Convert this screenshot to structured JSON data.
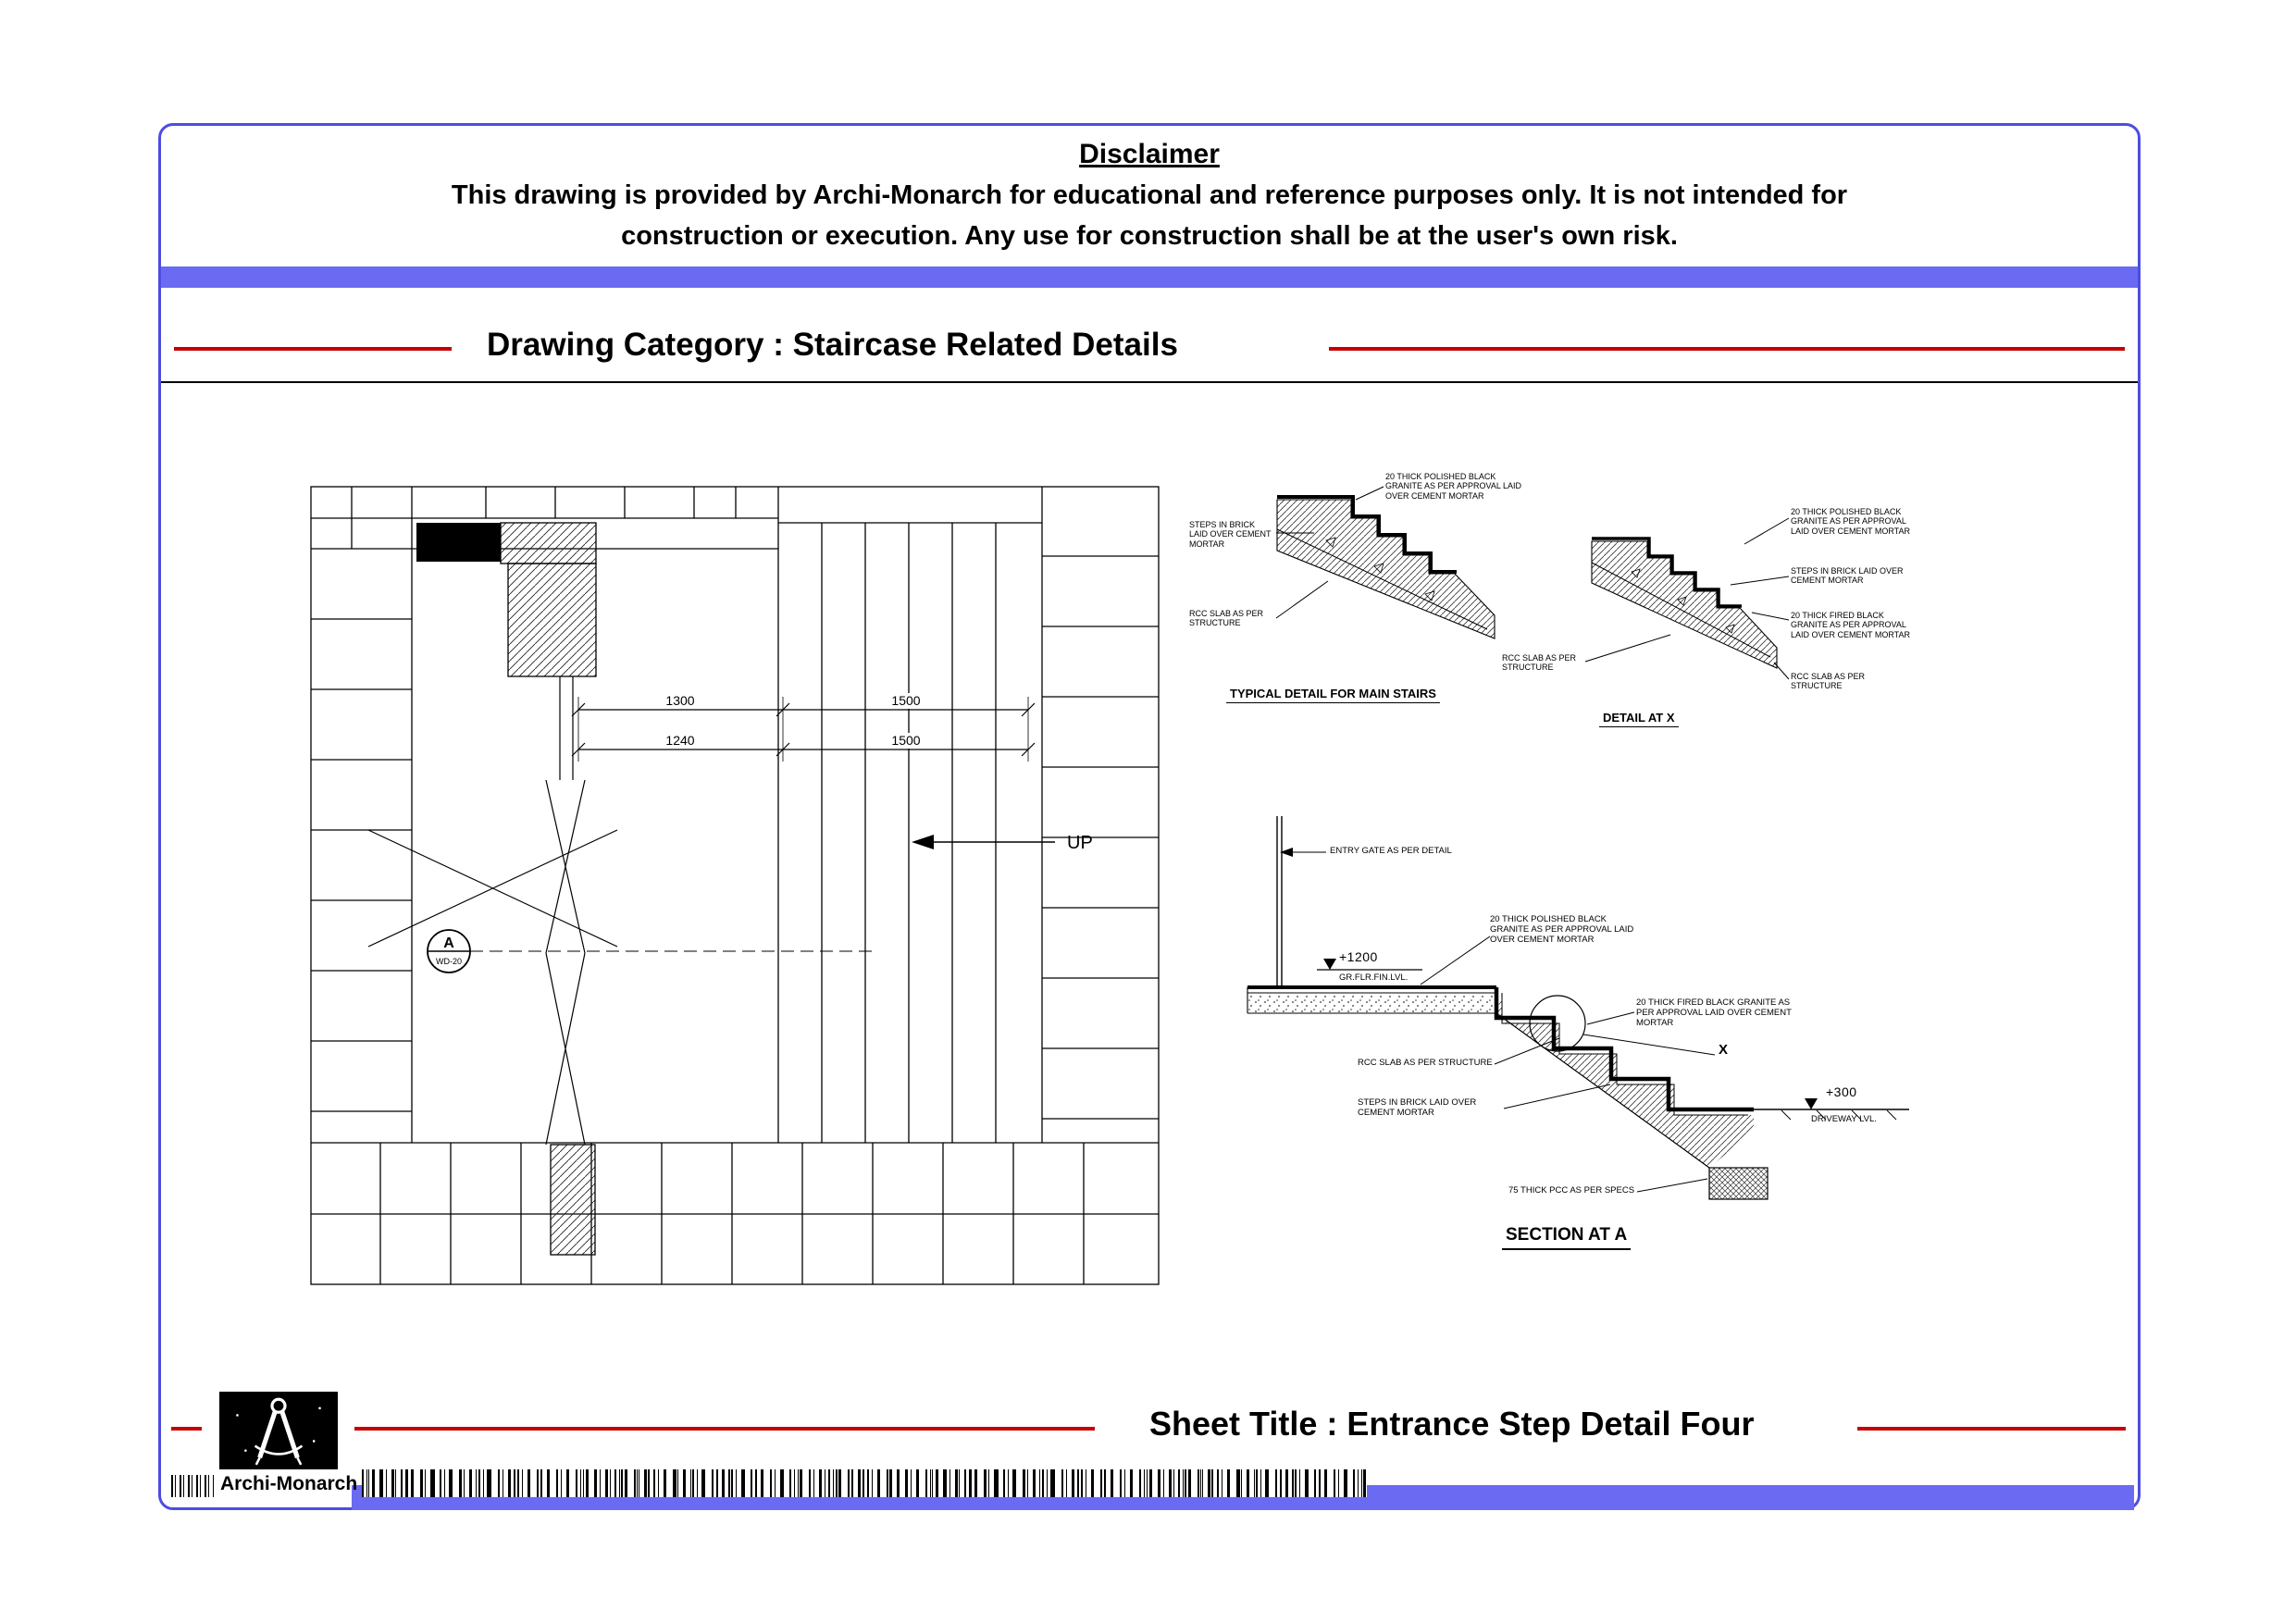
{
  "colors": {
    "border_blue": "#4d4de0",
    "bar_blue": "#6a6af2",
    "accent_red": "#c40000"
  },
  "disclaimer": {
    "title": "Disclaimer",
    "line1": "This drawing is provided by Archi-Monarch for educational and reference purposes only. It is not intended for",
    "line2": "construction or execution. Any use for construction shall be at the user's own risk."
  },
  "header": {
    "category_label": "Drawing Category : Staircase Related Details"
  },
  "plan": {
    "dim_rows": [
      [
        "1300",
        "1500"
      ],
      [
        "1240",
        "1500"
      ]
    ],
    "up_label": "UP",
    "marker_letter": "A",
    "marker_code": "WD-20"
  },
  "details": {
    "titles": {
      "typical": "TYPICAL DETAIL FOR MAIN STAIRS",
      "detail_x": "DETAIL AT X",
      "section_a": "SECTION AT A"
    },
    "annotations": {
      "granite_polished": "20 THICK POLISHED BLACK GRANITE AS PER APPROVAL LAID OVER CEMENT MORTAR",
      "granite_fired": "20 THICK FIRED BLACK GRANITE AS PER APPROVAL LAID OVER CEMENT MORTAR",
      "steps_brick": "STEPS IN BRICK LAID OVER CEMENT MORTAR",
      "rcc_slab": "RCC SLAB AS PER STRUCTURE",
      "pcc": "75 THICK PCC AS PER SPECS",
      "entry_gate": "ENTRY GATE AS PER DETAIL",
      "x_marker": "X"
    },
    "levels": {
      "floor_value": "+1200",
      "floor_label": "GR.FLR.FIN.LVL.",
      "driveway_value": "+300",
      "driveway_label": "DRIVEWAY  LVL."
    }
  },
  "footer": {
    "sheet_title": "Sheet Title : Entrance Step Detail Four",
    "brand": "Archi-Monarch"
  }
}
